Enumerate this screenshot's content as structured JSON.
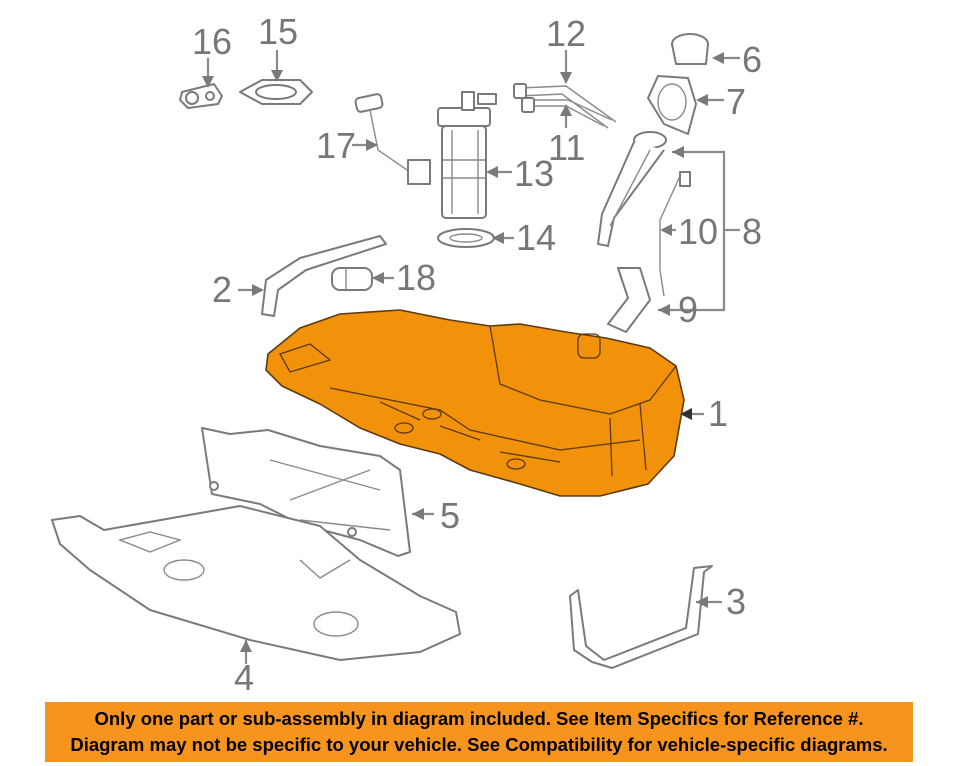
{
  "callouts": {
    "c1": "1",
    "c2": "2",
    "c3": "3",
    "c4": "4",
    "c5": "5",
    "c6": "6",
    "c7": "7",
    "c8": "8",
    "c9": "9",
    "c10": "10",
    "c11": "11",
    "c12": "12",
    "c13": "13",
    "c14": "14",
    "c15": "15",
    "c16": "16",
    "c17": "17",
    "c18": "18"
  },
  "colors": {
    "highlight": "#f2920a",
    "banner": "#f7941d",
    "line_art": "#7a7a7a"
  },
  "banner": {
    "line1": "Only one part or sub-assembly in diagram included. See Item Specifics for Reference #.",
    "line2": "Diagram may not be specific to your vehicle. See Compatibility for vehicle-specific diagrams."
  }
}
